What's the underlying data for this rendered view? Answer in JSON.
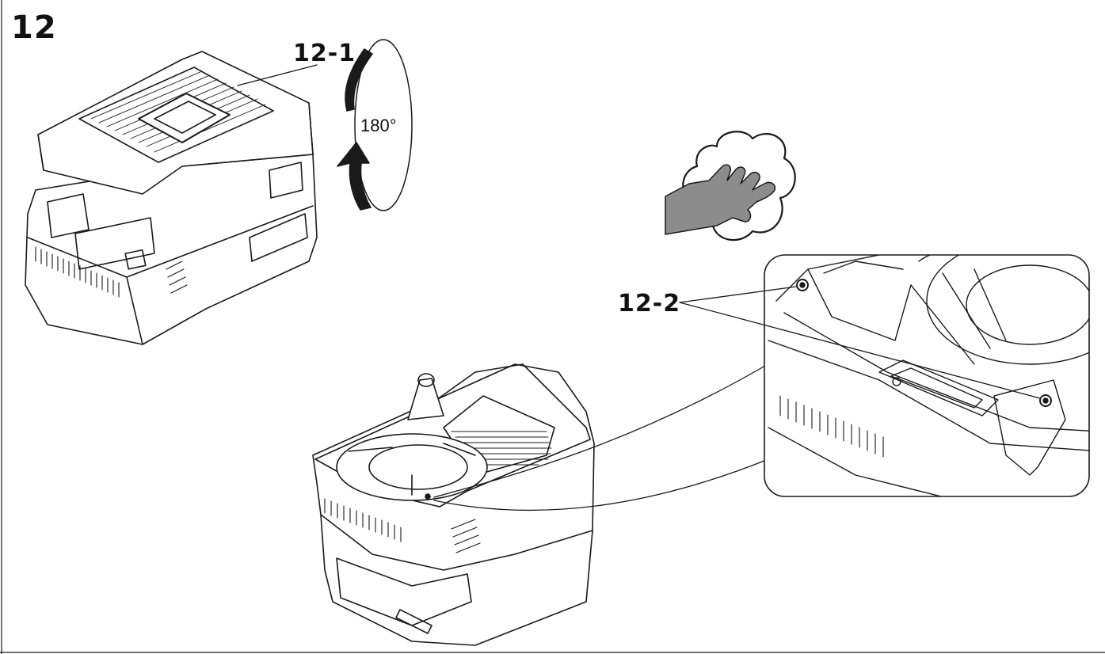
{
  "figure": {
    "step_number": "12",
    "rotation_label": "180°",
    "callouts": [
      {
        "id": "12-1",
        "label": "12-1"
      },
      {
        "id": "12-2",
        "label": "12-2"
      }
    ]
  },
  "colors": {
    "line": "#1a1a1a",
    "hand_fill": "#8c8c8c",
    "background": "#ffffff"
  },
  "icons": [
    "rotate-arrow-icon",
    "hand-wiping-icon"
  ]
}
